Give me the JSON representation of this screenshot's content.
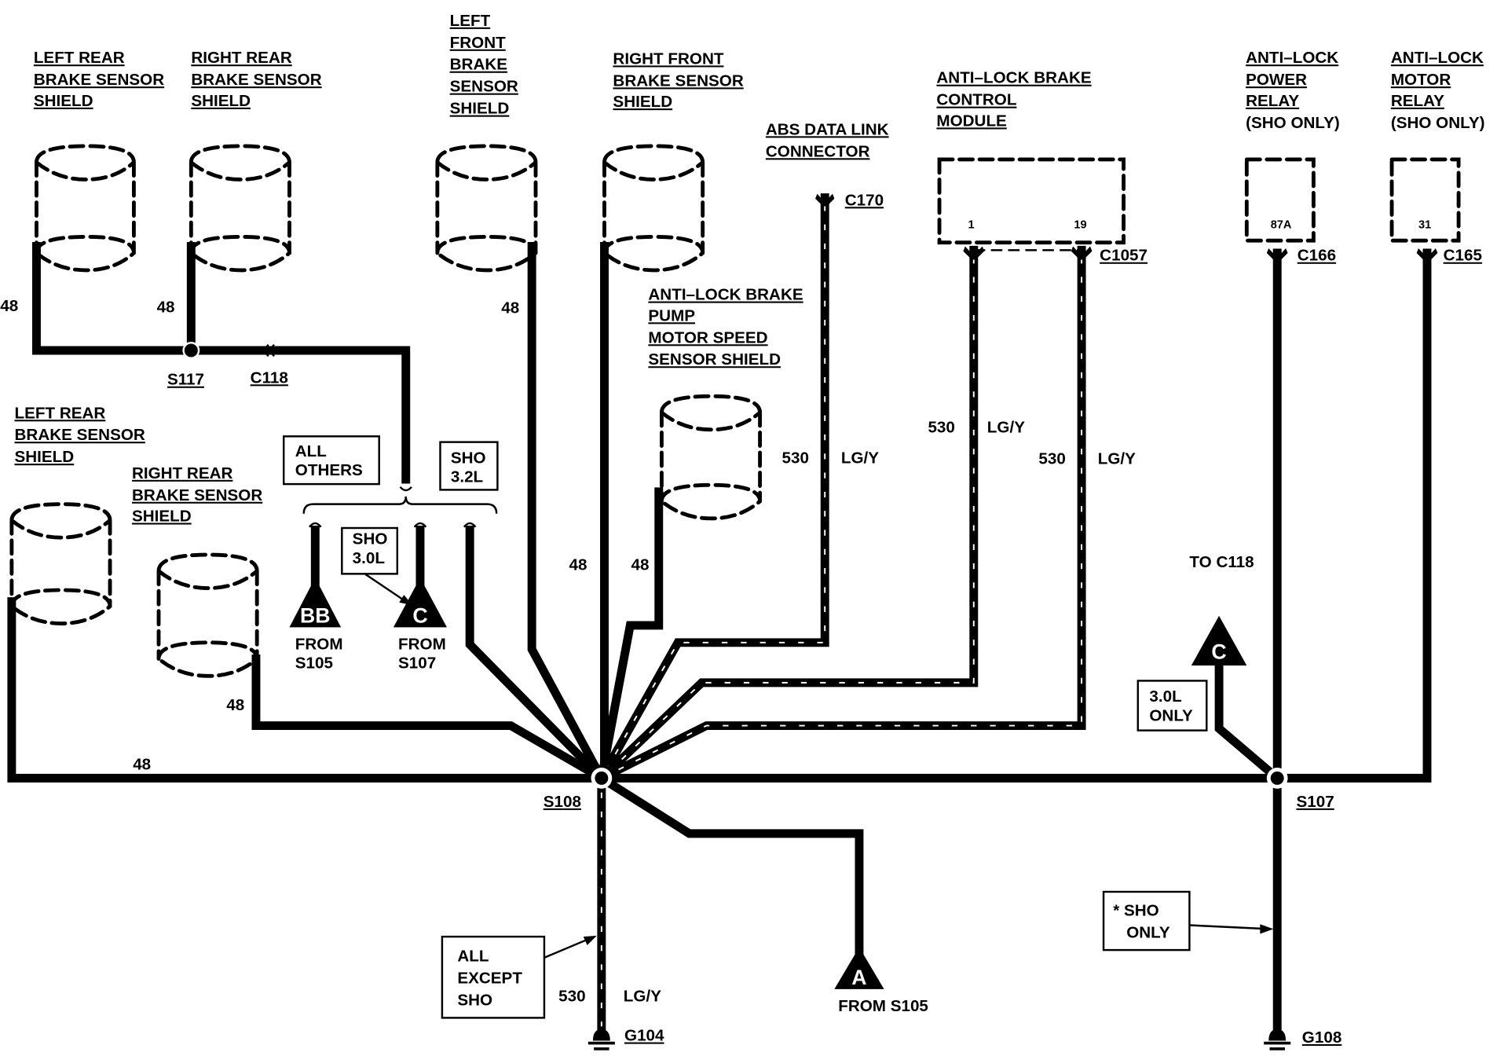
{
  "diagram": {
    "title": "ABS Shield / Ground Circuit Wiring Diagram",
    "shields": {
      "left_rear_top": [
        "LEFT REAR",
        "BRAKE SENSOR",
        "SHIELD"
      ],
      "right_rear_top": [
        "RIGHT REAR",
        "BRAKE SENSOR",
        "SHIELD"
      ],
      "left_front": [
        "LEFT",
        "FRONT",
        "BRAKE",
        "SENSOR",
        "SHIELD"
      ],
      "right_front": [
        "RIGHT FRONT",
        "BRAKE SENSOR",
        "SHIELD"
      ],
      "pump_motor": [
        "ANTI–LOCK BRAKE",
        "PUMP",
        "MOTOR SPEED",
        "SENSOR SHIELD"
      ],
      "left_rear_bottom": [
        "LEFT REAR",
        "BRAKE SENSOR",
        "SHIELD"
      ],
      "right_rear_bottom": [
        "RIGHT REAR",
        "BRAKE SENSOR",
        "SHIELD"
      ]
    },
    "components": {
      "abs_data_link": [
        "ABS DATA LINK",
        "CONNECTOR"
      ],
      "abs_module": [
        "ANTI–LOCK BRAKE",
        "CONTROL",
        "MODULE"
      ],
      "abs_module_pins": [
        "1",
        "19"
      ],
      "power_relay": [
        "ANTI–LOCK",
        "POWER",
        "RELAY",
        "(SHO ONLY)"
      ],
      "power_relay_pin": "87A",
      "motor_relay": [
        "ANTI–LOCK",
        "MOTOR",
        "RELAY",
        "(SHO ONLY)"
      ],
      "motor_relay_pin": "31"
    },
    "connectors": {
      "c170": "C170",
      "c1057": "C1057",
      "c166": "C166",
      "c165": "C165",
      "c118": "C118"
    },
    "splices": {
      "s117": "S117",
      "s108": "S108",
      "s107": "S107"
    },
    "grounds": {
      "g104": "G104",
      "g108": "G108"
    },
    "wire_labels": {
      "circuit_48": "48",
      "circuit_530": "530",
      "color_lgy": "LG/Y"
    },
    "notes": {
      "all_others": [
        "ALL",
        "OTHERS"
      ],
      "sho_32": [
        "SHO",
        "3.2L"
      ],
      "sho_30": [
        "SHO",
        "3.0L"
      ],
      "all_except_sho": [
        "ALL",
        "EXCEPT",
        "SHO"
      ],
      "sho_only": [
        "* SHO",
        "ONLY"
      ],
      "l30_only": [
        "3.0L",
        "ONLY"
      ],
      "to_c118": "TO C118"
    },
    "offpage": {
      "bb": {
        "letter": "BB",
        "text": [
          "FROM",
          "S105"
        ]
      },
      "c_left": {
        "letter": "C",
        "text": [
          "FROM",
          "S107"
        ]
      },
      "a": {
        "letter": "A",
        "text": "FROM S105"
      },
      "c_right": {
        "letter": "C"
      }
    }
  }
}
